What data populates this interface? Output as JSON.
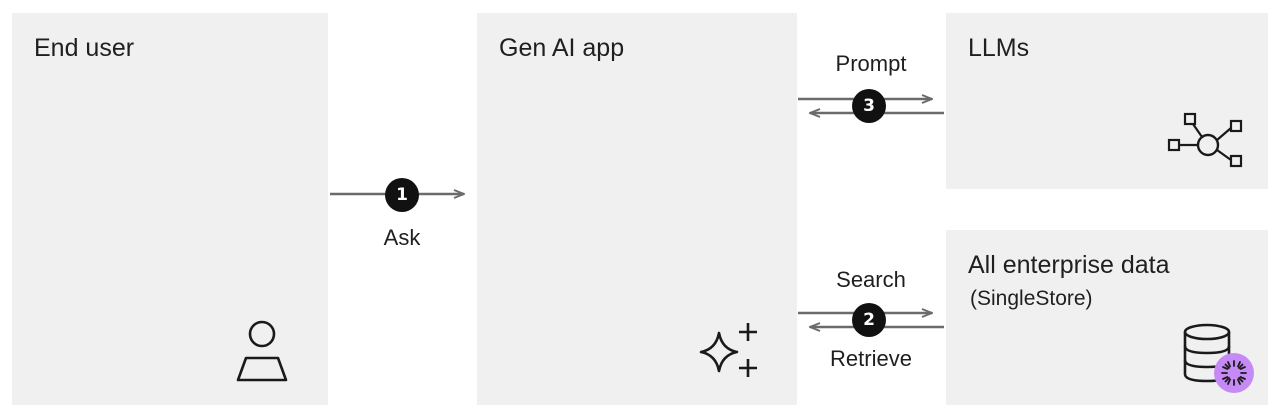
{
  "nodes": {
    "end_user": {
      "title": "End user",
      "icon": "person-icon"
    },
    "gen_ai_app": {
      "title": "Gen AI app",
      "icon": "sparkle-icon"
    },
    "llms": {
      "title": "LLMs",
      "icon": "network-icon"
    },
    "enterprise_data": {
      "title": "All enterprise data",
      "subtitle": "(SingleStore)",
      "icon": "database-icon"
    }
  },
  "edges": {
    "ask": {
      "step": "1",
      "label": "Ask"
    },
    "search_retrieve": {
      "step": "2",
      "label_top": "Search",
      "label_bottom": "Retrieve"
    },
    "prompt": {
      "step": "3",
      "label": "Prompt"
    }
  },
  "colors": {
    "box_fill": "#f0f0f0",
    "arrow": "#6b6b6b",
    "badge": "#111111",
    "loader_badge": "#c58af5"
  }
}
